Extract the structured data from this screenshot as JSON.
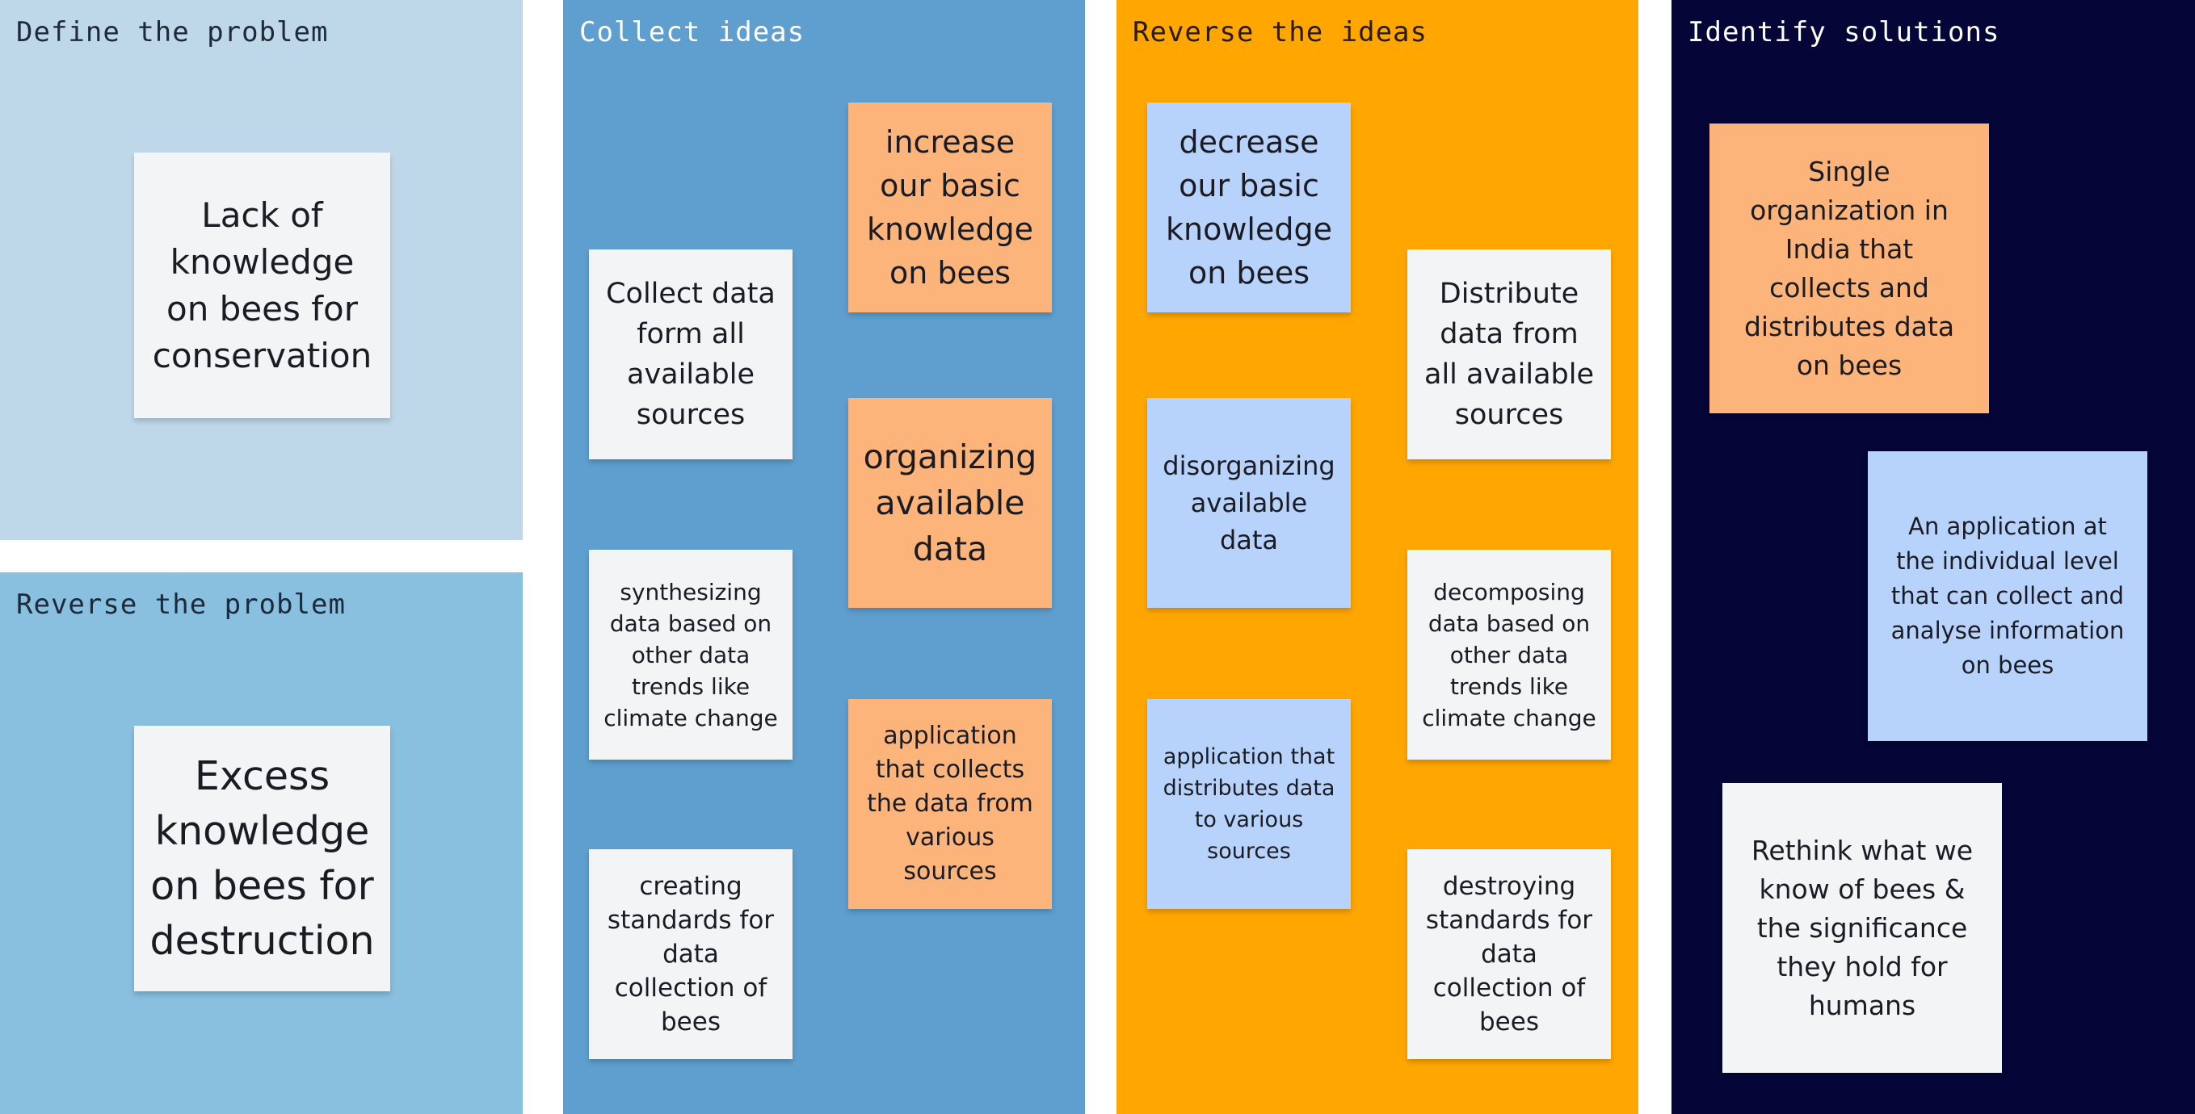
{
  "board": {
    "frames": {
      "define": {
        "title": "Define the problem",
        "note": "Lack of knowledge on bees for conservation"
      },
      "reverse_problem": {
        "title": "Reverse the problem",
        "note": "Excess knowledge on bees for destruction"
      },
      "collect": {
        "title": "Collect ideas",
        "notes": [
          "increase our basic knowledge on bees",
          "Collect data form all available sources",
          "organizing available data",
          "synthesizing data based on other data trends like climate change",
          "application that collects the data from various sources",
          "creating standards for data collection of bees"
        ]
      },
      "reverse_ideas": {
        "title": "Reverse the ideas",
        "notes": [
          "decrease our basic knowledge on bees",
          "Distribute data from all available sources",
          "disorganizing available data",
          "decomposing data based on other data trends like climate change",
          "application that distributes data to various sources",
          "destroying standards for data collection of bees"
        ]
      },
      "solutions": {
        "title": "Identify solutions",
        "notes": [
          "Single organization in India that collects and distributes data on bees",
          "An application at the individual level that can collect and analyse information on bees",
          "Rethink what we know of bees & the significance they hold for humans"
        ]
      }
    },
    "colors": {
      "define_bg": "#bed8ea",
      "reverse_problem_bg": "#89bfdf",
      "collect_bg": "#5e9fcf",
      "reverse_ideas_bg": "#ffa600",
      "solutions_bg": "#050537",
      "note_white": "#f3f4f6",
      "note_orange": "#fdb47b",
      "note_blue": "#b8d3fb"
    }
  }
}
